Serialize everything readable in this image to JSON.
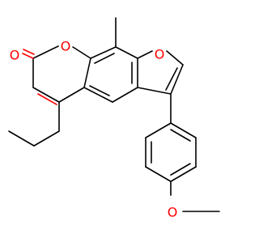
{
  "atoms": {
    "carbonyl_oxygen": {
      "symbol": "O",
      "color": "#ff0000"
    },
    "pyranone_oxygen": {
      "symbol": "O",
      "color": "#ff0000"
    },
    "furan_oxygen": {
      "symbol": "O",
      "color": "#ff0000"
    },
    "methoxy_oxygen": {
      "symbol": "O",
      "color": "#ff0000"
    }
  },
  "colors": {
    "bond": "#000000",
    "heteroatom": "#ff0000",
    "background": "#ffffff"
  }
}
